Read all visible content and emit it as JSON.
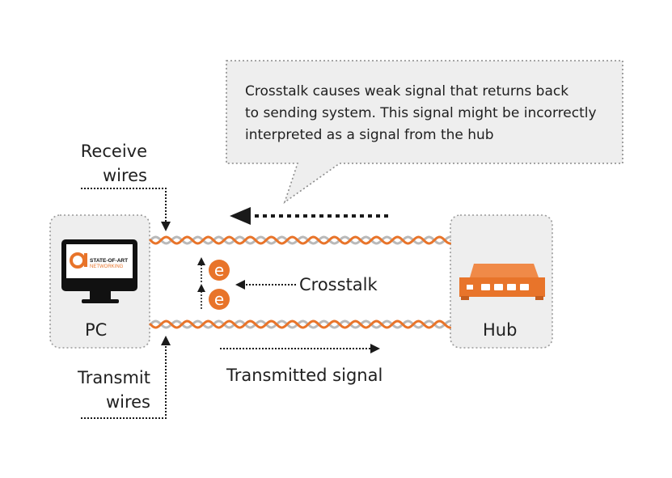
{
  "callout": {
    "lines": [
      "Crosstalk causes weak signal that returns back",
      "to sending system. This signal might be incorrectly",
      "interpreted as a signal from the hub"
    ]
  },
  "labels": {
    "receive_line1": "Receive",
    "receive_line2": "wires",
    "transmit_line1": "Transmit",
    "transmit_line2": "wires",
    "pc": "PC",
    "hub": "Hub",
    "crosstalk": "Crosstalk",
    "transmitted_signal": "Transmitted signal",
    "electron": "e"
  },
  "logo": {
    "line1": "STATE-OF-ART",
    "line2": "NETWORKING"
  },
  "colors": {
    "wire_orange": "#e8742a",
    "wire_gray": "#b9b9b9",
    "electron": "#e8742a",
    "hub": "#e8742a",
    "box_fill": "#eeeeee",
    "box_border": "#9a9a9a",
    "arrow": "#1a1a1a"
  },
  "icons": {
    "pc": "monitor-icon",
    "hub": "network-hub-icon"
  }
}
